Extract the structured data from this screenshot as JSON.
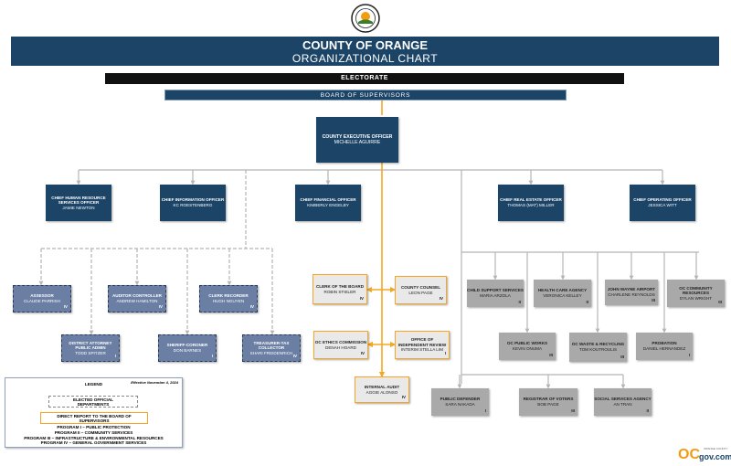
{
  "header": {
    "title": "COUNTY OF ORANGE",
    "subtitle": "ORGANIZATIONAL CHART",
    "seal": "COUNTY OF ORANGE CALIFORNIA"
  },
  "electorate": "ELECTORATE",
  "board": "BOARD OF SUPERVISORS",
  "colors": {
    "navy": "#1b4467",
    "elected": "#6a7fa3",
    "direct_border": "#f5a623",
    "department": "#a9a9a9"
  },
  "boxes": [
    {
      "id": "ceo",
      "type": "exec",
      "title": "COUNTY EXECUTIVE OFFICER",
      "name": "MICHELLE AGUIRRE",
      "program": ""
    },
    {
      "id": "chr",
      "type": "exec",
      "title": "CHIEF HUMAN RESOURCE SERVICES OFFICER",
      "name": "JAMIE NEWTON",
      "program": ""
    },
    {
      "id": "cio",
      "type": "exec",
      "title": "CHIEF INFORMATION OFFICER",
      "name": "KC ROESTENBERG",
      "program": ""
    },
    {
      "id": "cfo",
      "type": "exec",
      "title": "CHIEF FINANCIAL OFFICER",
      "name": "KIMBERLY ENGELBY",
      "program": ""
    },
    {
      "id": "creo",
      "type": "exec",
      "title": "CHIEF REAL ESTATE OFFICER",
      "name": "THOMAS (MAT) MILLER",
      "program": ""
    },
    {
      "id": "coo",
      "type": "exec",
      "title": "CHIEF OPERATING OFFICER",
      "name": "JESSICA WITT",
      "program": ""
    },
    {
      "id": "assessor",
      "type": "elected",
      "title": "ASSESSOR",
      "name": "CLAUDE PARRISH",
      "program": "IV"
    },
    {
      "id": "auditor",
      "type": "elected",
      "title": "AUDITOR CONTROLLER",
      "name": "ANDREW HAMILTON",
      "program": "IV"
    },
    {
      "id": "clerk",
      "type": "elected",
      "title": "CLERK RECORDER",
      "name": "HUGH NGUYEN",
      "program": "IV"
    },
    {
      "id": "da",
      "type": "elected",
      "title": "DISTRICT ATTORNEY PUBLIC ADMIN",
      "name": "TODD SPITZER",
      "program": "I"
    },
    {
      "id": "sheriff",
      "type": "elected",
      "title": "SHERIFF-CORONER",
      "name": "DON BARNES",
      "program": "I"
    },
    {
      "id": "treasurer",
      "type": "elected",
      "title": "TREASURER-TAX COLLECTOR",
      "name": "SHARI FREIDENRICH",
      "program": "IV"
    },
    {
      "id": "cob",
      "type": "direct",
      "title": "CLERK OF THE BOARD",
      "name": "ROBIN STIELER",
      "program": "IV"
    },
    {
      "id": "counsel",
      "type": "direct",
      "title": "COUNTY COUNSEL",
      "name": "LEON PAGE",
      "program": "IV"
    },
    {
      "id": "ethics",
      "type": "direct",
      "title": "OC ETHICS COMMISSION",
      "name": "DENAH HOARD",
      "program": "IV"
    },
    {
      "id": "oir",
      "type": "direct",
      "title": "OFFICE OF INDEPENDENT REVIEW",
      "name": "INTERIM STELLA LIM",
      "program": "I"
    },
    {
      "id": "audit",
      "type": "direct",
      "title": "INTERNAL AUDIT",
      "name": "AGGIE ALONSO",
      "program": "IV"
    },
    {
      "id": "css",
      "type": "dept",
      "title": "CHILD SUPPORT SERVICES",
      "name": "MARIA ARZOLA",
      "program": "II"
    },
    {
      "id": "hca",
      "type": "dept",
      "title": "HEALTH CARE AGENCY",
      "name": "VERONICA KELLEY",
      "program": "II"
    },
    {
      "id": "jwa",
      "type": "dept",
      "title": "JOHN WAYNE AIRPORT",
      "name": "CHARLENE REYNOLDS",
      "program": "III"
    },
    {
      "id": "ocr",
      "type": "dept",
      "title": "OC COMMUNITY RESOURCES",
      "name": "DYLAN WRIGHT",
      "program": "III"
    },
    {
      "id": "pw",
      "type": "dept",
      "title": "OC PUBLIC WORKS",
      "name": "KEVIN ONUMA",
      "program": "III"
    },
    {
      "id": "waste",
      "type": "dept",
      "title": "OC WASTE & RECYCLING",
      "name": "TOM KOUTROULIS",
      "program": "III"
    },
    {
      "id": "probation",
      "type": "dept",
      "title": "PROBATION",
      "name": "DANIEL HERNANDEZ",
      "program": "I"
    },
    {
      "id": "pd",
      "type": "dept",
      "title": "PUBLIC DEFENDER",
      "name": "SARA NAKADA",
      "program": "I"
    },
    {
      "id": "rov",
      "type": "dept",
      "title": "REGISTRAR OF VOTERS",
      "name": "BOB PAGE",
      "program": "III"
    },
    {
      "id": "ssa",
      "type": "dept",
      "title": "SOCIAL SERVICES AGENCY",
      "name": "AN TRAN",
      "program": "II"
    }
  ],
  "legend": {
    "title": "LEGEND",
    "effective": "Effective November 4, 2024",
    "elected": "ELECTED OFFICIAL DEPARTMENTS",
    "direct": "DIRECT REPORT TO THE BOARD OF SUPERVISORS",
    "programs": [
      "PROGRAM I – PUBLIC PROTECTION",
      "PROGRAM II – COMMUNITY SERVICES",
      "PROGRAM III – INFRASTRUCTURE & ENVIRONMENTAL RESOURCES",
      "PROGRAM IV – GENERAL GOVERNMENT SERVICES"
    ]
  },
  "logo": {
    "text": "gov.com",
    "mark": "OC",
    "tagline": "ORANGE COUNTY"
  }
}
